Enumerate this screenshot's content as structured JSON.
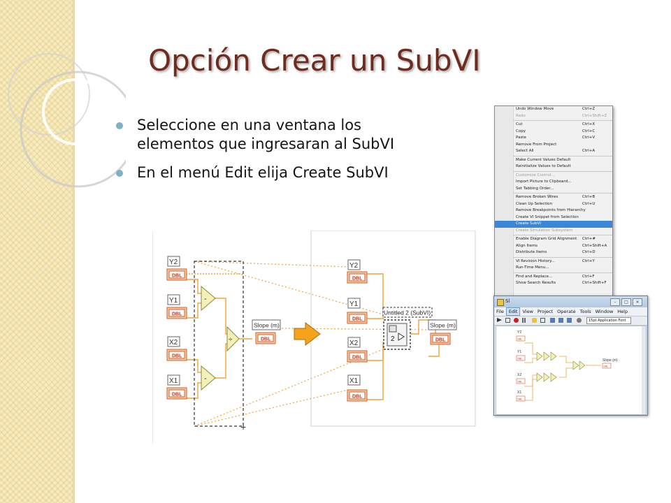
{
  "slide": {
    "title": "Opción Crear un SubVI",
    "bullets": [
      {
        "text": "Seleccione en una ventana los elementos que ingresaran al SubVI"
      },
      {
        "text": "En el menú Edit elija Create SubVI"
      }
    ],
    "colors": {
      "title": "#6e2c1f",
      "bullet": "#7fb1c5",
      "sidebar": "#f6ebc2",
      "highlight": "#3a86d8"
    }
  },
  "diagram": {
    "left_labels": [
      "Y2",
      "Y1",
      "X2",
      "X1"
    ],
    "right_labels": [
      "Y2",
      "Y1",
      "X2",
      "X1"
    ],
    "type_label": "DBL",
    "output_label": "Slope (m)",
    "subvi_label": "Untitled 2 (SubVI)",
    "subvi_number": "2"
  },
  "menu": {
    "items": [
      {
        "label": "Undo Window Move",
        "shortcut": "Ctrl+Z",
        "disabled": false
      },
      {
        "label": "Redo",
        "shortcut": "Ctrl+Shift+Z",
        "disabled": true
      },
      {
        "sep": true
      },
      {
        "label": "Cut",
        "shortcut": "Ctrl+X",
        "disabled": false
      },
      {
        "label": "Copy",
        "shortcut": "Ctrl+C",
        "disabled": false
      },
      {
        "label": "Paste",
        "shortcut": "Ctrl+V",
        "disabled": false
      },
      {
        "label": "Remove From Project",
        "shortcut": "",
        "disabled": false
      },
      {
        "label": "Select All",
        "shortcut": "Ctrl+A",
        "disabled": false
      },
      {
        "sep": true
      },
      {
        "label": "Make Current Values Default",
        "shortcut": "",
        "disabled": false
      },
      {
        "label": "Reinitialize Values to Default",
        "shortcut": "",
        "disabled": false
      },
      {
        "sep": true
      },
      {
        "label": "Customize Control...",
        "shortcut": "",
        "disabled": true
      },
      {
        "label": "Import Picture to Clipboard...",
        "shortcut": "",
        "disabled": false
      },
      {
        "label": "Set Tabbing Order...",
        "shortcut": "",
        "disabled": false
      },
      {
        "sep": true
      },
      {
        "label": "Remove Broken Wires",
        "shortcut": "Ctrl+B",
        "disabled": false
      },
      {
        "label": "Clean Up Selection",
        "shortcut": "Ctrl+U",
        "disabled": false
      },
      {
        "label": "Remove Breakpoints from Hierarchy",
        "shortcut": "",
        "disabled": false
      },
      {
        "label": "Create VI Snippet from Selection",
        "shortcut": "",
        "disabled": false
      },
      {
        "label": "Create SubVI",
        "shortcut": "",
        "disabled": false,
        "highlighted": true
      },
      {
        "label": "Create Simulation Subsystem",
        "shortcut": "",
        "disabled": true
      },
      {
        "sep": true
      },
      {
        "label": "Enable Diagram Grid Alignment",
        "shortcut": "Ctrl+#",
        "disabled": false
      },
      {
        "label": "Align Items",
        "shortcut": "Ctrl+Shift+A",
        "disabled": false
      },
      {
        "label": "Distribute Items",
        "shortcut": "Ctrl+D",
        "disabled": false
      },
      {
        "sep": true
      },
      {
        "label": "VI Revision History...",
        "shortcut": "Ctrl+Y",
        "disabled": false
      },
      {
        "label": "Run-Time Menu...",
        "shortcut": "",
        "disabled": false
      },
      {
        "sep": true
      },
      {
        "label": "Find and Replace...",
        "shortcut": "Ctrl+F",
        "disabled": false
      },
      {
        "label": "Show Search Results",
        "shortcut": "Ctrl+Shift+F",
        "disabled": false
      }
    ]
  },
  "window": {
    "title_initial": "Sl",
    "menubar": [
      "File",
      "Edit",
      "View",
      "Project",
      "Operate",
      "Tools",
      "Window",
      "Help"
    ],
    "active_menu": "Edit",
    "font_select": "15pt Application Font",
    "mini_labels": [
      "Y2",
      "Y1",
      "X2",
      "X1"
    ],
    "mini_type": "DBL",
    "mini_output": "Slope (m)"
  }
}
